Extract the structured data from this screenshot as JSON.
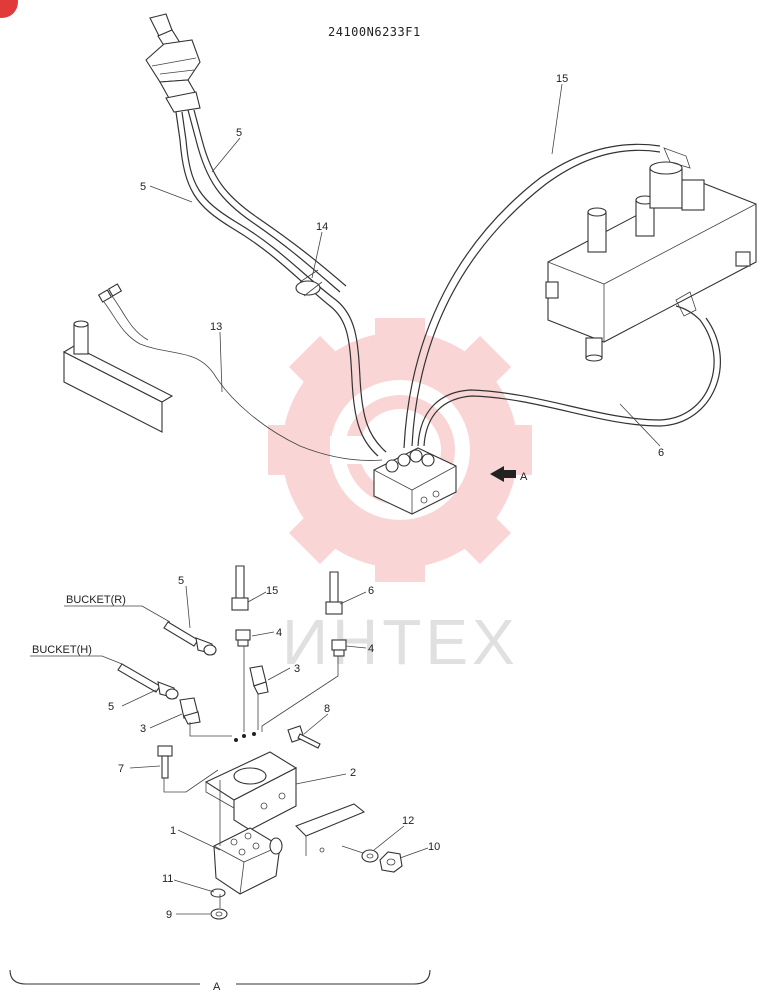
{
  "drawing": {
    "code": "24100N6233F1",
    "view_marker": "A",
    "view_label": "A",
    "watermark_text": "ИНТЕХ",
    "watermark_color": "#e84545"
  },
  "callouts": {
    "c5a": "5",
    "c5b": "5",
    "c15a": "15",
    "c14": "14",
    "c13": "13",
    "c6a": "6",
    "c5c": "5",
    "c15b": "15",
    "c6b": "6",
    "c4a": "4",
    "c4b": "4",
    "c3a": "3",
    "c5d": "5",
    "c3b": "3",
    "c8": "8",
    "c7": "7",
    "c2": "2",
    "c1": "1",
    "c12": "12",
    "c10": "10",
    "c11": "11",
    "c9": "9"
  },
  "labels": {
    "bucket_r": "BUCKET(R)",
    "bucket_h": "BUCKET(H)"
  }
}
